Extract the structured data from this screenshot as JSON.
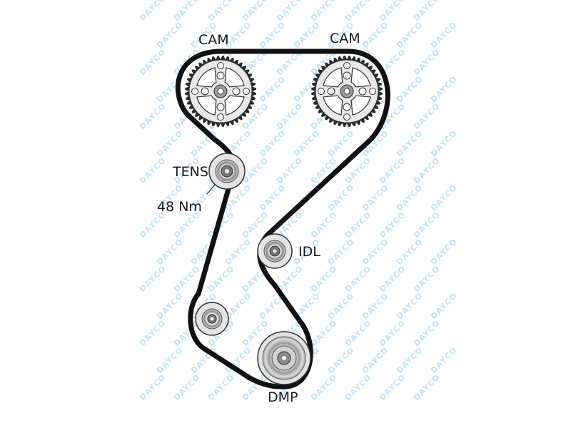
{
  "labels": {
    "cam_left": "CAM",
    "cam_right": "CAM",
    "tensioner": "TENS",
    "torque": "48 Nm",
    "idler": "IDL",
    "damper": "DMP"
  },
  "watermark": {
    "text": "DAYCO"
  },
  "colors": {
    "belt": "#111111",
    "pulley_fill": "#e6e6e6",
    "pulley_stroke": "#222222",
    "hub_dark": "#6a6a6a",
    "watermark": "#c3e3f3"
  }
}
